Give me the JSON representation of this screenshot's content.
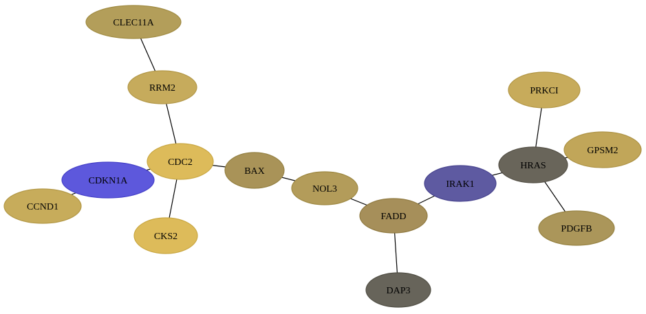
{
  "nodes": [
    {
      "id": "CLEC11A",
      "label": "CLEC11A",
      "fill": "#b39e5a",
      "stroke": "#a08b42"
    },
    {
      "id": "RRM2",
      "label": "RRM2",
      "fill": "#c6ab5c",
      "stroke": "#b39848"
    },
    {
      "id": "CDC2",
      "label": "CDC2",
      "fill": "#ddbb5a",
      "stroke": "#c9a742"
    },
    {
      "id": "BAX",
      "label": "BAX",
      "fill": "#a99358",
      "stroke": "#948042"
    },
    {
      "id": "NOL3",
      "label": "NOL3",
      "fill": "#b39c5a",
      "stroke": "#9e8842"
    },
    {
      "id": "FADD",
      "label": "FADD",
      "fill": "#a68f5a",
      "stroke": "#917b42"
    },
    {
      "id": "DAP3",
      "label": "DAP3",
      "fill": "#67645a",
      "stroke": "#525046"
    },
    {
      "id": "IRAK1",
      "label": "IRAK1",
      "fill": "#5e5aa1",
      "stroke": "#47438e"
    },
    {
      "id": "HRAS",
      "label": "HRAS",
      "fill": "#69655a",
      "stroke": "#545046"
    },
    {
      "id": "PRKCI",
      "label": "PRKCI",
      "fill": "#c7ab5b",
      "stroke": "#b39746"
    },
    {
      "id": "GPSM2",
      "label": "GPSM2",
      "fill": "#c1a659",
      "stroke": "#ad9244"
    },
    {
      "id": "PDGFB",
      "label": "PDGFB",
      "fill": "#ab965a",
      "stroke": "#968242"
    },
    {
      "id": "CDKN1A",
      "label": "CDKN1A",
      "fill": "#5d58dc",
      "stroke": "#4540c8"
    },
    {
      "id": "CCND1",
      "label": "CCND1",
      "fill": "#c7ac5b",
      "stroke": "#b39846"
    },
    {
      "id": "CKS2",
      "label": "CKS2",
      "fill": "#ddbb5a",
      "stroke": "#c9a742"
    }
  ],
  "edges": [
    [
      "CLEC11A",
      "RRM2"
    ],
    [
      "RRM2",
      "CDC2"
    ],
    [
      "CDC2",
      "BAX"
    ],
    [
      "CDC2",
      "CDKN1A"
    ],
    [
      "CDC2",
      "CKS2"
    ],
    [
      "CDKN1A",
      "CCND1"
    ],
    [
      "BAX",
      "NOL3"
    ],
    [
      "NOL3",
      "FADD"
    ],
    [
      "FADD",
      "DAP3"
    ],
    [
      "FADD",
      "IRAK1"
    ],
    [
      "IRAK1",
      "HRAS"
    ],
    [
      "HRAS",
      "PRKCI"
    ],
    [
      "HRAS",
      "GPSM2"
    ],
    [
      "HRAS",
      "PDGFB"
    ]
  ]
}
